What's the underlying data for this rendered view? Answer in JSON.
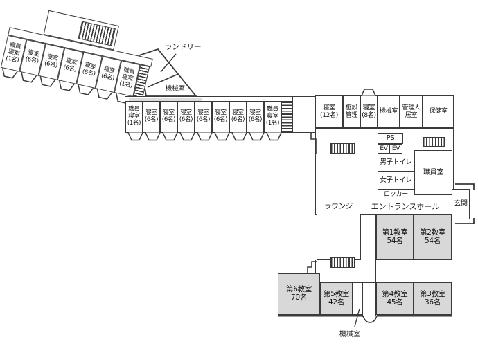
{
  "palette": {
    "wall": "#3a3a3a",
    "classroom_fill": "#d8d8d8",
    "corridor_fill": "#dcdcdc"
  },
  "upper_wing": {
    "rooms": [
      "職員\n寝室\n(1名)",
      "寝室\n(6名)",
      "寝室\n(6名)",
      "寝室\n(6名)",
      "寝室\n(6名)",
      "寝室\n(6名)",
      "職員\n寝室\n(1名)"
    ]
  },
  "lower_wing": {
    "rooms": [
      "職員\n寝室\n(1名)",
      "寝室\n(6名)",
      "寝室\n(6名)",
      "寝室\n(6名)",
      "寝室\n(6名)",
      "寝室\n(6名)",
      "寝室\n(6名)",
      "寝室\n(6名)",
      "職員\n寝室\n(1名)"
    ]
  },
  "top_row": {
    "rooms": [
      "寝室\n(12名)",
      "施設\n管理",
      "寝室\n(8名)",
      "機械室",
      "管理人\n居室",
      "保健室"
    ]
  },
  "core": {
    "ps": "PS",
    "ev_left": "EV",
    "ev_right": "EV",
    "mens_toilet": "男子トイレ",
    "womens_toilet": "女子トイレ",
    "locker": "ロッカー",
    "staff_room": "職員室"
  },
  "hall": {
    "entrance_hall": "エントランスホール",
    "entrance": "玄関",
    "lounge": "ラウンジ"
  },
  "annotations": {
    "laundry": "ランドリー",
    "machine_mid": "機械室",
    "machine_bottom": "機械室"
  },
  "classrooms": {
    "c1": "第1教室\n54名",
    "c2": "第2教室\n54名",
    "c3": "第3教室\n36名",
    "c4": "第4教室\n45名",
    "c5": "第5教室\n42名",
    "c6": "第6教室\n70名"
  }
}
